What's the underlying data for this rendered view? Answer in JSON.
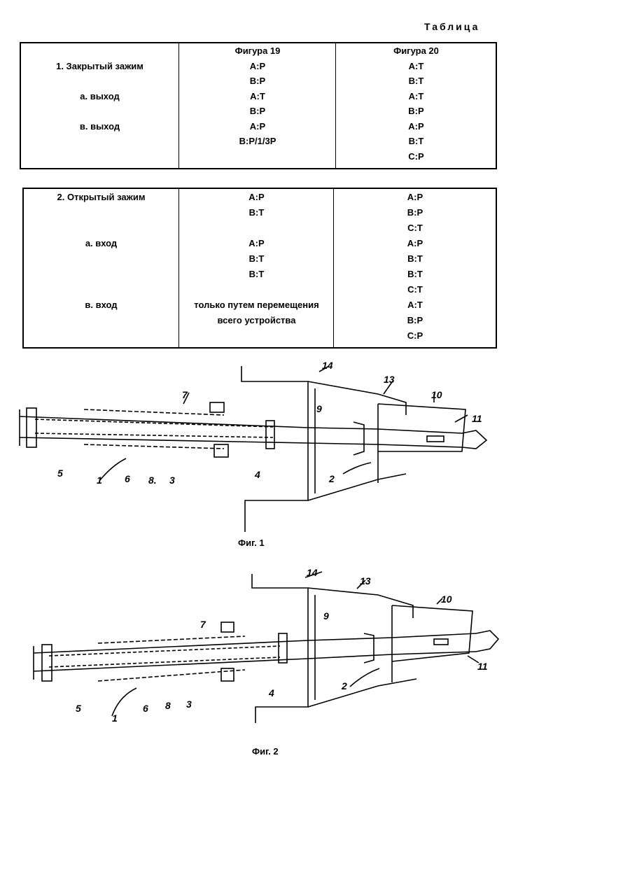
{
  "caption": "Таблица",
  "table1": {
    "rows": [
      {
        "label": "",
        "fig19": "Фигура 19",
        "fig20": "Фигура 20"
      },
      {
        "label": "1. Закрытый зажим",
        "fig19": "A:P",
        "fig20": "A:T"
      },
      {
        "label": "",
        "fig19": "B:P",
        "fig20": "B:T"
      },
      {
        "label": "а. выход",
        "fig19": "A:T",
        "fig20": "A:T"
      },
      {
        "label": "",
        "fig19": "B:P",
        "fig20": "B:P"
      },
      {
        "label": "в. выход",
        "fig19": "A:P",
        "fig20": "A:P"
      },
      {
        "label": "",
        "fig19": "B:P/1/3P",
        "fig20": "B:T"
      },
      {
        "label": "",
        "fig19": "",
        "fig20": "C:P"
      }
    ]
  },
  "table2": {
    "rows": [
      {
        "label": "2. Открытый зажим",
        "fig19": "A:P",
        "fig20": "A:P"
      },
      {
        "label": "",
        "fig19": "B:T",
        "fig20": "B:P"
      },
      {
        "label": "",
        "fig19": "",
        "fig20": "C:T"
      },
      {
        "label": "а. вход",
        "fig19": "A:P",
        "fig20": "A:P"
      },
      {
        "label": "",
        "fig19": "B:T",
        "fig20": "B:T"
      },
      {
        "label": "",
        "fig19": "B:T",
        "fig20": "B:T"
      },
      {
        "label": "",
        "fig19": "",
        "fig20": "C:T"
      },
      {
        "label": "в. вход",
        "fig19": "только путем перемещения",
        "fig20": "A:T"
      },
      {
        "label": "",
        "fig19": "всего устройства",
        "fig20": "B:P"
      },
      {
        "label": "",
        "fig19": "",
        "fig20": "C:P"
      }
    ]
  },
  "figure1": {
    "caption": "Фиг. 1",
    "labels": {
      "l14": "14",
      "l13": "13",
      "l10": "10",
      "l11": "11",
      "l7": "7",
      "l9": "9",
      "l5": "5",
      "l1": "1",
      "l6": "6",
      "l8": "8.",
      "l3": "3",
      "l4": "4",
      "l2": "2"
    }
  },
  "figure2": {
    "caption": "Фиг. 2",
    "labels": {
      "l14": "14",
      "l13": "13",
      "l10": "10",
      "l11": "11",
      "l7": "7",
      "l9": "9",
      "l5": "5",
      "l1": "1",
      "l6": "6",
      "l8": "8",
      "l3": "3",
      "l4": "4",
      "l2": "2"
    }
  }
}
